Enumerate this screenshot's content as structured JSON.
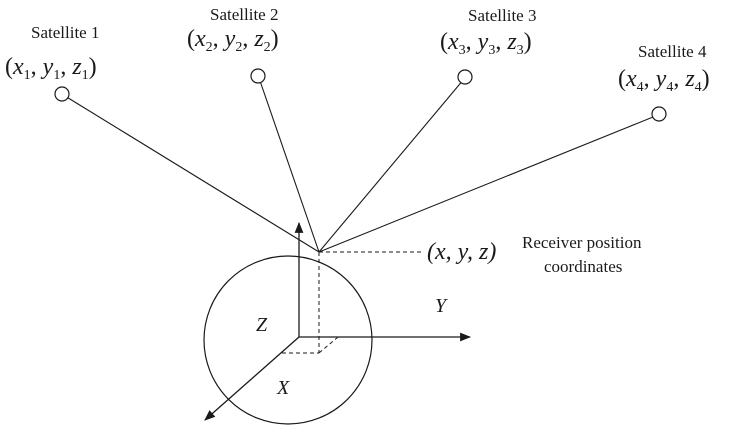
{
  "satellites": [
    {
      "name": "Satellite 1",
      "coord": {
        "x": "x",
        "y": "y",
        "z": "z",
        "sub": "1"
      }
    },
    {
      "name": "Satellite 2",
      "coord": {
        "x": "x",
        "y": "y",
        "z": "z",
        "sub": "2"
      }
    },
    {
      "name": "Satellite 3",
      "coord": {
        "x": "x",
        "y": "y",
        "z": "z",
        "sub": "3"
      }
    },
    {
      "name": "Satellite 4",
      "coord": {
        "x": "x",
        "y": "y",
        "z": "z",
        "sub": "4"
      }
    }
  ],
  "receiver": {
    "coord": "(x, y, z)",
    "label_line1": "Receiver position",
    "label_line2": "coordinates"
  },
  "axes": {
    "x": "X",
    "y": "Y",
    "z": "Z"
  },
  "colors": {
    "ink": "#1a1a1a",
    "background": "#ffffff"
  }
}
